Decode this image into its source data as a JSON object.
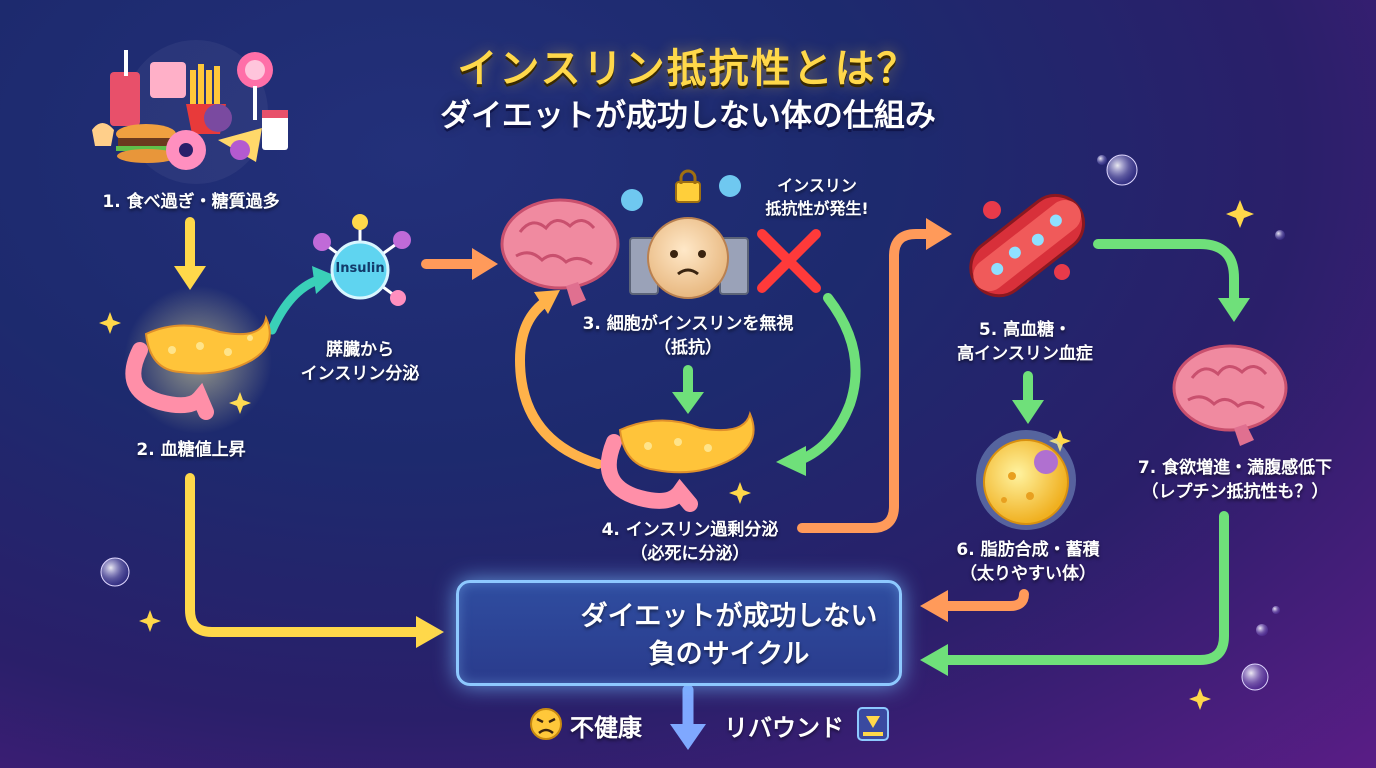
{
  "title": {
    "line1": "インスリン抵抗性とは？",
    "line2": "ダイエットが成功しない体の仕組み"
  },
  "steps": {
    "step1": "1. 食べ過ぎ・糖質過多",
    "step2": "2. 血糖値上昇",
    "pancreas_secretion": [
      "膵臓から",
      "インスリン分泌"
    ],
    "insulin_molecule": "Insulin",
    "resistance_callout": [
      "インスリン",
      "抵抗性が発生!"
    ],
    "step3": [
      "3. 細胞がインスリンを無視",
      "（抵抗）"
    ],
    "step4": [
      "4. インスリン過剰分泌",
      "（必死に分泌）"
    ],
    "step5": [
      "5. 高血糖・",
      "高インスリン血症"
    ],
    "step6": [
      "6. 脂肪合成・蓄積",
      "（太りやすい体）"
    ],
    "step7": [
      "7. 食欲増進・満腹感低下",
      "（レプチン抵抗性も？）"
    ]
  },
  "center": {
    "line1": "ダイエットが成功しない",
    "line2": "負のサイクル"
  },
  "outcomes": {
    "unhealthy": "不健康",
    "rebound": "リバウンド"
  },
  "colors": {
    "title_accent": "#ffd84a",
    "arrow_yellow": "#ffd84a",
    "arrow_orange": "#ff9a5a",
    "arrow_green": "#6fe07a",
    "arrow_teal": "#3ad0b8",
    "box_border": "#8ec9ff"
  },
  "icons": [
    "junk-food-icon",
    "pancreas-icon",
    "insulin-molecule-icon",
    "brain-icon",
    "cell-lock-icon",
    "red-cross-icon",
    "blood-vessel-icon",
    "fat-cell-icon",
    "clipboard-icon",
    "sad-face-icon",
    "rebound-icon"
  ]
}
